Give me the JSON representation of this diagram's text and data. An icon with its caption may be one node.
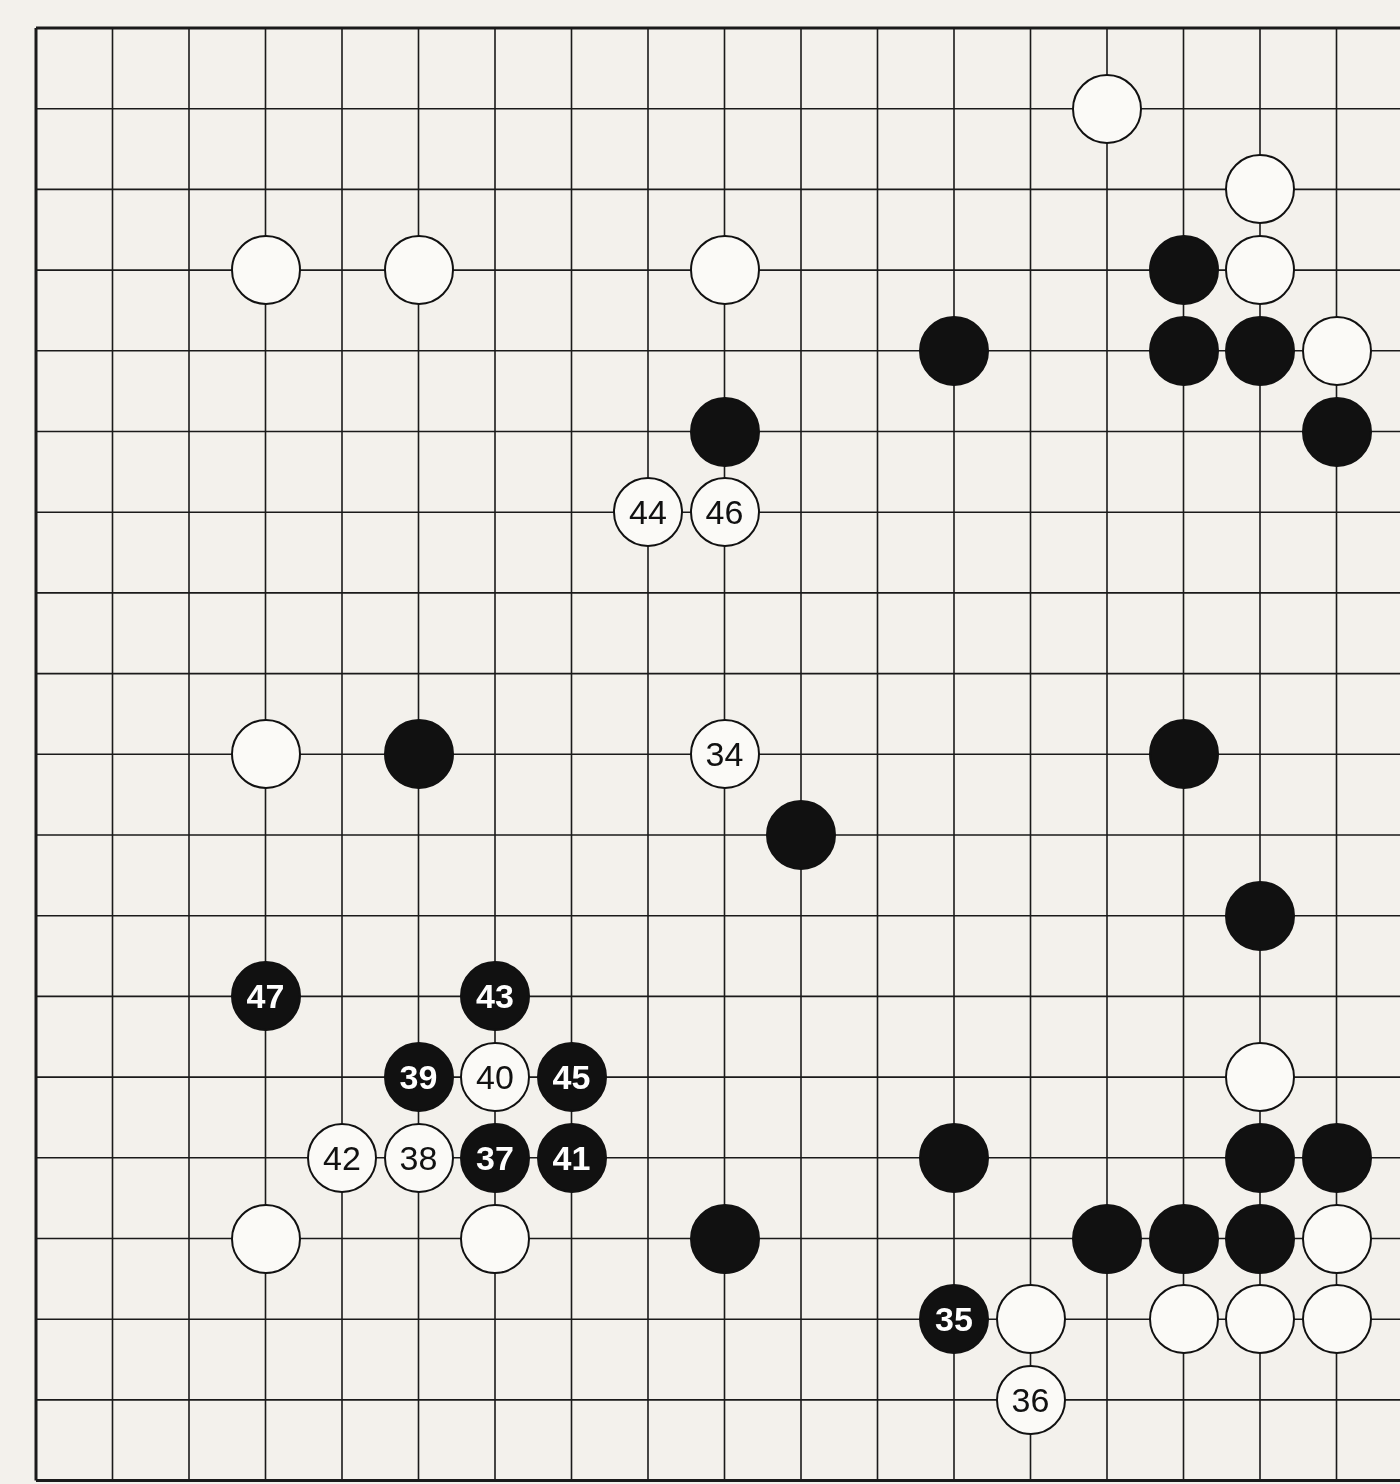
{
  "diagram": {
    "nodes": [
      {
        "text": [],
        "shape": "circle"
      },
      {
        "text": [],
        "shape": "circle"
      },
      {
        "text": [],
        "shape": "circle"
      },
      {
        "text": [],
        "shape": "circle"
      },
      {
        "text": [],
        "shape": "circle"
      },
      {
        "text": [],
        "shape": "circle"
      },
      {
        "text": [],
        "shape": "circle"
      },
      {
        "text": [],
        "shape": "circle"
      },
      {
        "text": [],
        "shape": "circle"
      },
      {
        "text": [],
        "shape": "circle"
      },
      {
        "text": [],
        "shape": "circle"
      },
      {
        "text": [],
        "shape": "circle"
      },
      {
        "text": [],
        "shape": "circle"
      },
      {
        "text": [
          "44"
        ]
      },
      {
        "text": [
          "46"
        ]
      },
      {
        "text": [],
        "shape": "circle"
      },
      {
        "text": [],
        "shape": "circle"
      },
      {
        "text": [
          "34"
        ]
      },
      {
        "text": [],
        "shape": "circle"
      },
      {
        "text": [],
        "shape": "circle"
      },
      {
        "text": [],
        "shape": "circle"
      },
      {
        "text": [
          "47"
        ]
      },
      {
        "text": [
          "43"
        ]
      },
      {
        "text": [
          "39"
        ]
      },
      {
        "text": [
          "40"
        ]
      },
      {
        "text": [
          "45"
        ]
      },
      {
        "text": [],
        "shape": "circle"
      },
      {
        "text": [
          "42"
        ]
      },
      {
        "text": [
          "38"
        ]
      },
      {
        "text": [
          "37"
        ]
      },
      {
        "text": [
          "41"
        ]
      },
      {
        "text": [],
        "shape": "circle"
      },
      {
        "text": [],
        "shape": "circle"
      },
      {
        "text": [],
        "shape": "circle"
      },
      {
        "text": [],
        "shape": "circle"
      },
      {
        "text": [],
        "shape": "circle"
      },
      {
        "text": [],
        "shape": "circle"
      },
      {
        "text": [],
        "shape": "circle"
      },
      {
        "text": [],
        "shape": "circle"
      },
      {
        "text": [],
        "shape": "circle"
      },
      {
        "text": [],
        "shape": "circle"
      },
      {
        "text": [
          "35"
        ]
      },
      {
        "text": [],
        "shape": "circle"
      },
      {
        "text": [],
        "shape": "circle"
      },
      {
        "text": [],
        "shape": "circle"
      },
      {
        "text": [],
        "shape": "circle"
      },
      {
        "text": [
          "36"
        ]
      }
    ]
  }
}
